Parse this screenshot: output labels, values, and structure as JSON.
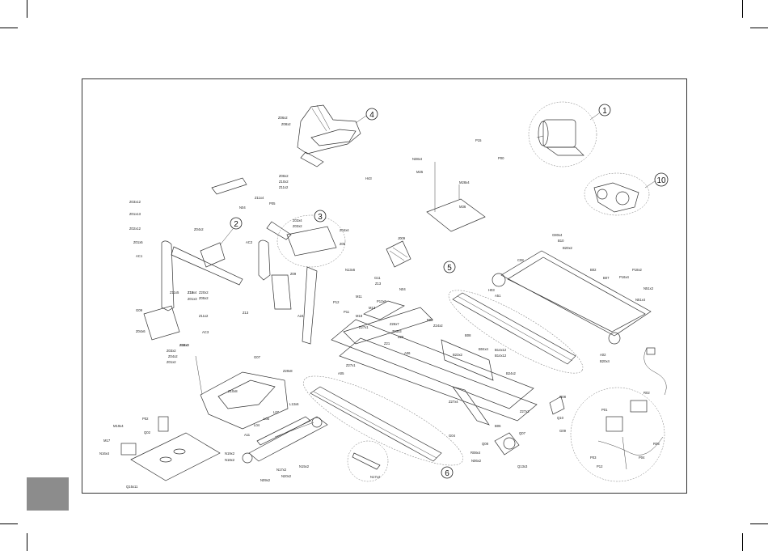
{
  "callouts": [
    {
      "number": "1"
    },
    {
      "number": "2"
    },
    {
      "number": "3"
    },
    {
      "number": "4"
    },
    {
      "number": "5"
    },
    {
      "number": "6"
    },
    {
      "number": "10"
    }
  ],
  "labels": [
    "Z06x2",
    "Z08x2",
    "Z06x2",
    "Z10x2",
    "Z11x2",
    "Z11x4",
    "H43",
    "N38x4",
    "M25",
    "P15",
    "P00",
    "M28x4",
    "M36",
    "Z03x12",
    "Z01x13",
    "Z02x12",
    "Z01x5",
    "AC1",
    "Z11x5",
    "Z11x4",
    "N04",
    "Z04x2",
    "P05",
    "AC2",
    "Z03x4",
    "Z03x2",
    "Z04x4",
    "Z05",
    "Z01x3",
    "Z19",
    "Z20x2",
    "Z05x2",
    "Z11x2",
    "Z13",
    "Z09",
    "J009",
    "N13x6",
    "P12",
    "N04",
    "M11",
    "P11",
    "M18",
    "M13",
    "P13x6",
    "G11",
    "Z13",
    "Z02x3",
    "Z03x2",
    "Z04x2",
    "Z01x2",
    "Z04x6",
    "AC3",
    "G09",
    "Z29x8",
    "A24",
    "Z20x3",
    "G07",
    "Z10x8",
    "P02",
    "M19x4",
    "M17",
    "N16x4",
    "Q02",
    "Q15x11",
    "L04",
    "L13x6",
    "A11",
    "L05",
    "L07",
    "N19x2",
    "N18x2",
    "N17x2",
    "N20x2",
    "N15x2",
    "N09x2",
    "N17x4",
    "Z26x7",
    "Z27x1",
    "Z24x2",
    "A05",
    "A06",
    "Z23x3",
    "Z26",
    "Z21",
    "Z27x1",
    "B03",
    "B08",
    "B04x4",
    "B14x12",
    "B23x2",
    "B14x12",
    "B24x2",
    "Z27x2",
    "Z27x4",
    "G04",
    "G08",
    "B06",
    "Q07",
    "Q13x3",
    "R08x4",
    "N06x2",
    "Q08",
    "Q10",
    "G09",
    "G80x4",
    "B10",
    "B20x2",
    "C08",
    "H03",
    "A51",
    "B02",
    "B07",
    "P18x2",
    "P16x4",
    "N51x2",
    "N51x4",
    "A02",
    "B20x4",
    "R02",
    "P01",
    "P03",
    "R05",
    "P04",
    "P12"
  ]
}
